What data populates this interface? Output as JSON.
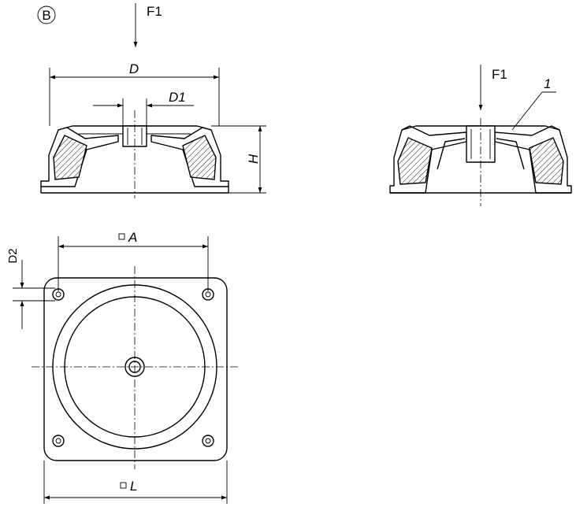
{
  "variant_label": "B",
  "force_label": "F1",
  "labels": {
    "D": "D",
    "D1": "D1",
    "H": "H",
    "D2": "D2",
    "A": "A",
    "L": "L",
    "item_1": "1"
  }
}
